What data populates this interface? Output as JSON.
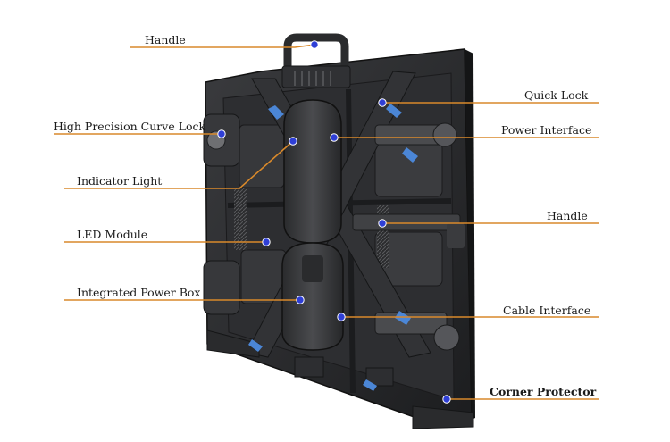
{
  "diagram": {
    "accent_line_color": "#d9892b",
    "dot_color": "#2f3fd6",
    "labels": [
      {
        "id": "handle-top",
        "text": "Handle"
      },
      {
        "id": "quick-lock",
        "text": "Quick Lock"
      },
      {
        "id": "curve-lock",
        "text": "High Precision Curve Lock"
      },
      {
        "id": "power-interface",
        "text": "Power Interface"
      },
      {
        "id": "indicator-light",
        "text": "Indicator Light"
      },
      {
        "id": "handle-right",
        "text": "Handle"
      },
      {
        "id": "led-module",
        "text": "LED Module"
      },
      {
        "id": "power-box",
        "text": "Integrated Power Box"
      },
      {
        "id": "cable-interface",
        "text": "Cable Interface"
      },
      {
        "id": "corner-protector",
        "text": "Corner Protector"
      }
    ]
  }
}
